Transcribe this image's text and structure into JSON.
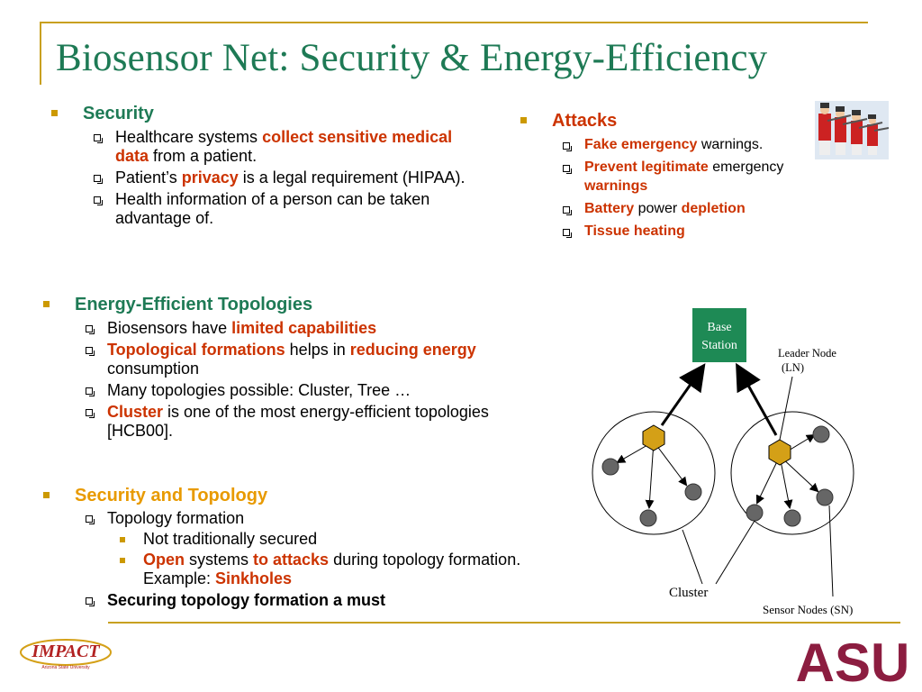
{
  "title": "Biosensor Net: Security & Energy-Efficiency",
  "colors": {
    "heading_teal": "#1e7a55",
    "heading_green": "#1e7a55",
    "heading_red": "#cc3300",
    "heading_orange": "#e89a00",
    "highlight": "#cc3300",
    "accent_gold": "#cc9900",
    "node_fill": "#d4a017",
    "base_station": "#1e8a55"
  },
  "security": {
    "heading": "Security",
    "items": [
      {
        "pre": "Healthcare systems ",
        "hl": "collect sensitive medical data",
        "post": " from a patient."
      },
      {
        "pre": "Patient’s ",
        "hl": "privacy",
        "post": " is a legal requirement (HIPAA)."
      },
      {
        "pre": "Health information of a person can be taken advantage of.",
        "hl": "",
        "post": ""
      }
    ]
  },
  "attacks": {
    "heading": "Attacks",
    "items": [
      {
        "hl1": "Fake emergency",
        "mid": " warnings.",
        "hl2": ""
      },
      {
        "hl1": "Prevent legitimate",
        "mid": " emergency ",
        "hl2": "warnings"
      },
      {
        "hl1": "Battery",
        "mid": " power ",
        "hl2": "depletion"
      },
      {
        "hl1": "Tissue heating",
        "mid": "",
        "hl2": ""
      }
    ]
  },
  "energy": {
    "heading": "Energy-Efficient Topologies",
    "items": [
      {
        "a": "Biosensors have ",
        "b": "limited capabilities",
        "c": "",
        "d": "",
        "e": ""
      },
      {
        "a": "",
        "b": "Topological formations",
        "c": " helps in ",
        "d": "reducing energy",
        "e": " consumption"
      },
      {
        "a": "Many topologies possible: Cluster, Tree …",
        "b": "",
        "c": "",
        "d": "",
        "e": ""
      },
      {
        "a": "",
        "b": "Cluster",
        "c": " is one of the most energy-efficient topologies [HCB00].",
        "d": "",
        "e": ""
      }
    ]
  },
  "sectop": {
    "heading": "Security and Topology",
    "formation": "Topology formation",
    "sub1": "Not traditionally secured",
    "sub2": {
      "hl1": "Open",
      "mid": " systems ",
      "hl2": "to attacks",
      "post": " during topology formation. Example: ",
      "hl3": "Sinkholes"
    },
    "must": "Securing topology formation a must"
  },
  "diagram": {
    "base_station": [
      "Base",
      "Station"
    ],
    "leader_node": [
      "Leader Node",
      "(LN)"
    ],
    "cluster": "Cluster",
    "sensor_nodes": "Sensor Nodes  (SN)"
  },
  "logos": {
    "impact": "IMPACT",
    "impact_sub": "Arizona State University",
    "asu": "ASU"
  },
  "icons": {
    "bullet": "square-bullet-icon",
    "sub_bullet": "checkbox-bullet-icon",
    "picture": "soldiers-clipart"
  }
}
